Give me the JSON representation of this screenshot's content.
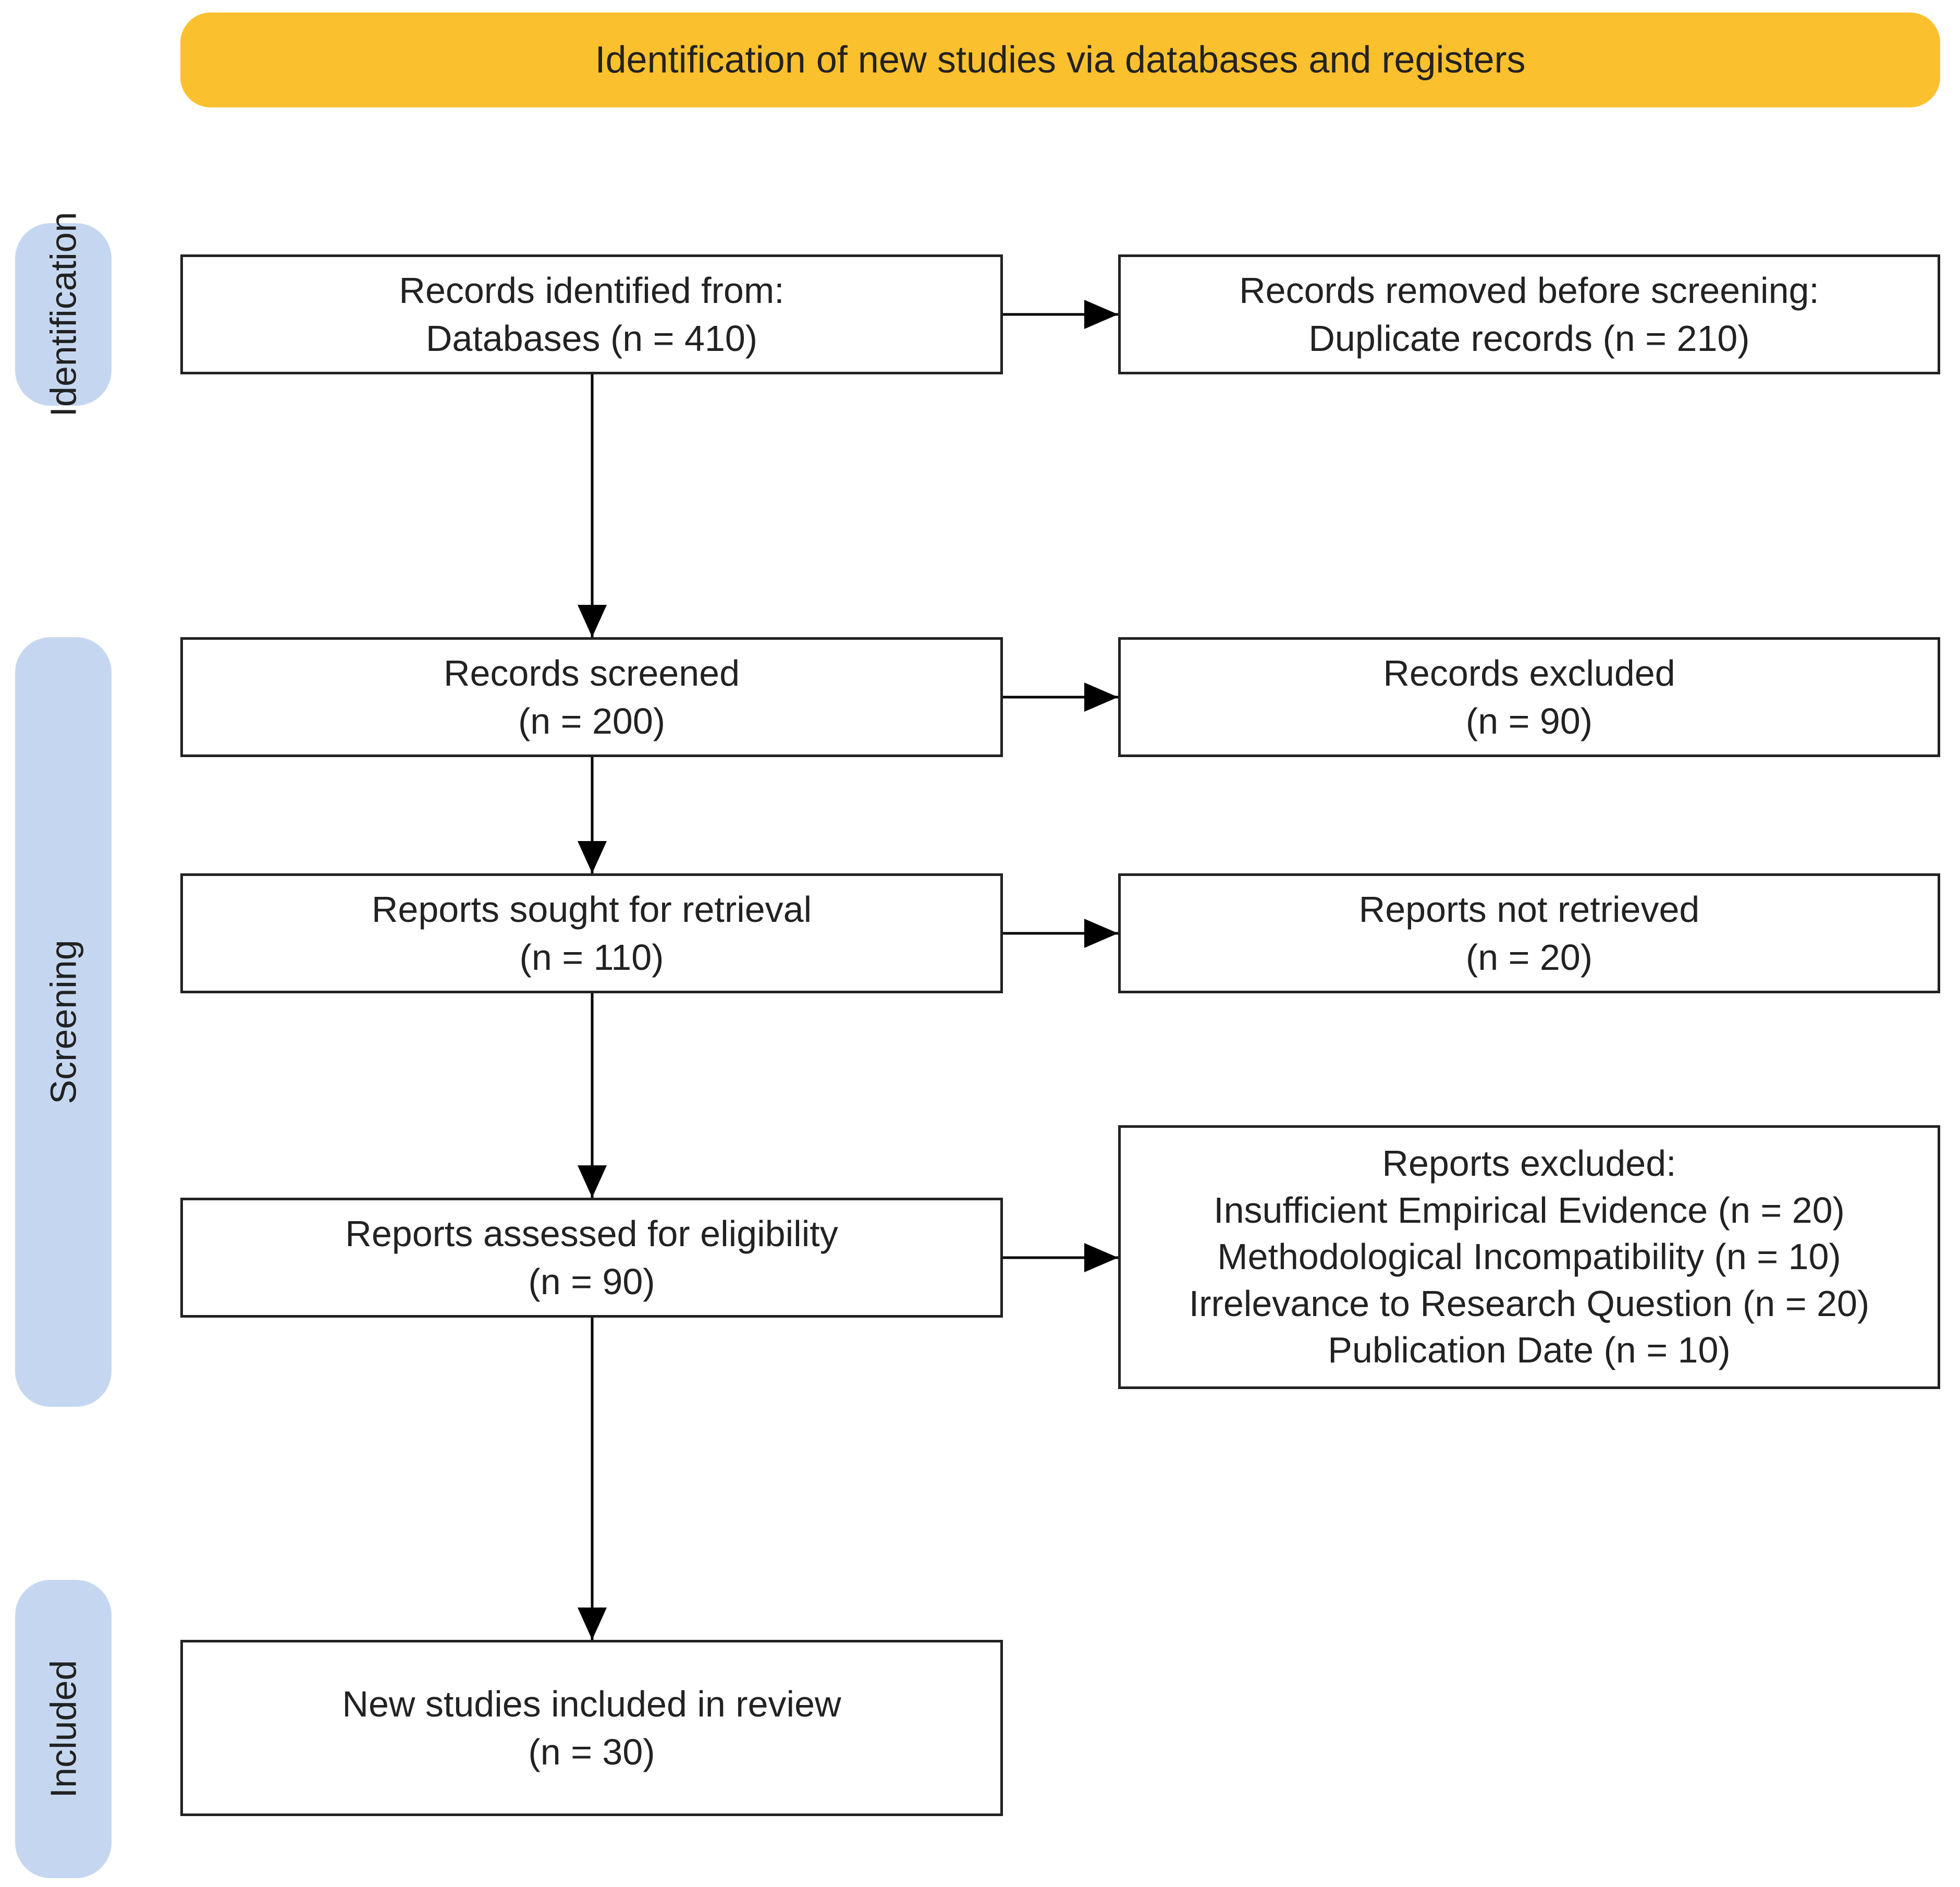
{
  "header": {
    "title": "Identification of new studies via databases and registers"
  },
  "phases": {
    "identification": "Identification",
    "screening": "Screening",
    "included": "Included"
  },
  "boxes": {
    "records_identified": {
      "line1": "Records identified from:",
      "line2": "Databases (n = 410)"
    },
    "records_removed": {
      "line1": "Records removed before screening:",
      "line2": "Duplicate records (n = 210)"
    },
    "records_screened": {
      "line1": "Records screened",
      "line2": "(n = 200)"
    },
    "records_excluded": {
      "line1": "Records excluded",
      "line2": "(n = 90)"
    },
    "reports_sought": {
      "line1": "Reports sought for retrieval",
      "line2": "(n = 110)"
    },
    "reports_not_retrieved": {
      "line1": "Reports not retrieved",
      "line2": "(n = 20)"
    },
    "reports_assessed": {
      "line1": "Reports assessed for eligibility",
      "line2": "(n = 90)"
    },
    "reports_excluded": {
      "line1": "Reports excluded:",
      "line2": "Insufficient Empirical Evidence (n = 20)",
      "line3": "Methodological Incompatibility (n = 10)",
      "line4": "Irrelevance to Research Question (n = 20)",
      "line5": "Publication Date (n = 10)"
    },
    "studies_included": {
      "line1": "New studies included in review",
      "line2": "(n = 30)"
    }
  },
  "colors": {
    "header_fill": "#FBC02D",
    "phase_fill": "#C5D7F0",
    "box_border": "#222222",
    "arrow": "#000000"
  }
}
